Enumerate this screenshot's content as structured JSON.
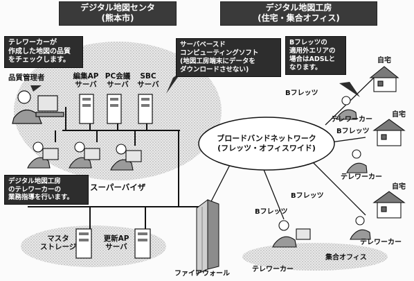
{
  "left_banner": {
    "line1": "デジタル地図センタ",
    "line2": "(熊本市)"
  },
  "right_banner": {
    "line1": "デジタル地図工房",
    "line2": "(住宅・集合オフィス)"
  },
  "quality_callout": {
    "lines": [
      "テレワーカーが",
      "作成した地図の品質",
      "をチェックします。"
    ]
  },
  "quality_manager": "品質管理者",
  "servers_top": [
    {
      "line1": "編集AP",
      "line2": "サーバ"
    },
    {
      "line1": "PC会議",
      "line2": "サーバ"
    },
    {
      "line1": "SBC",
      "line2": "サーバ"
    }
  ],
  "sbc_callout": {
    "lines": [
      "サーバベースド",
      "コンピューティングソフト",
      "(地図工房端末にデータを",
      "ダウンロードさせない)"
    ]
  },
  "bflets_callout": {
    "lines": [
      "Bフレッツの",
      "適用外エリアの",
      "場合はADSLと",
      "なります。"
    ]
  },
  "supervisor_callout": {
    "lines": [
      "デジタル地図工房",
      "のテレワーカーの",
      "業務指導を行います。"
    ]
  },
  "supervisor_label": "スーパーバイザ",
  "servers_bottom": [
    {
      "line1": "マスタ",
      "line2": "ストレージ"
    },
    {
      "line1": "更新AP",
      "line2": "サーバ"
    }
  ],
  "firewall_label": "ファイアウォール",
  "network": {
    "line1": "ブロードバンドネットワーク",
    "line2": "(フレッツ・オフィスワイド)"
  },
  "links": {
    "bflets": "Bフレッツ"
  },
  "home_label": "自宅",
  "teleworker_label": "テレワーカー",
  "shared_office_label": "集合オフィス",
  "colors": {
    "banner": "#3a3a3a",
    "callout": "#2d2d2d",
    "line": "#111111",
    "cloud": "#cfcfcf"
  }
}
